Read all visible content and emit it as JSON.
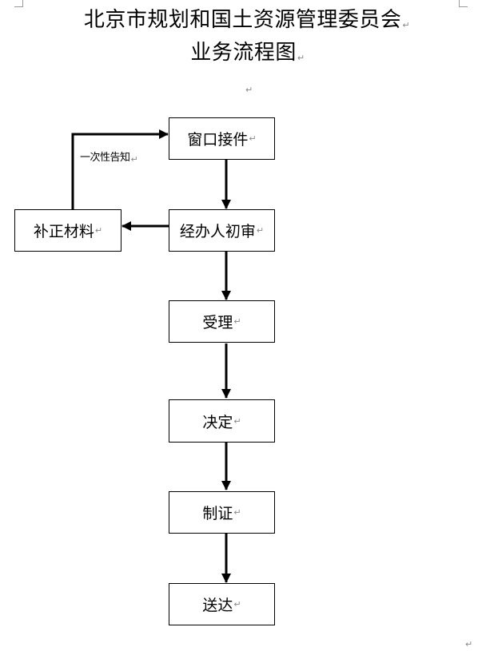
{
  "title": {
    "line1": "北京市规划和国土资源管理委员会",
    "line2": "业务流程图"
  },
  "nodes": {
    "window_intake": "窗口接件",
    "initial_review": "经办人初审",
    "supplement": "补正材料",
    "acceptance": "受理",
    "decision": "决定",
    "certificate": "制证",
    "delivery": "送达"
  },
  "edges": {
    "one_time_notice": "一次性告知"
  },
  "para_mark": "↵"
}
